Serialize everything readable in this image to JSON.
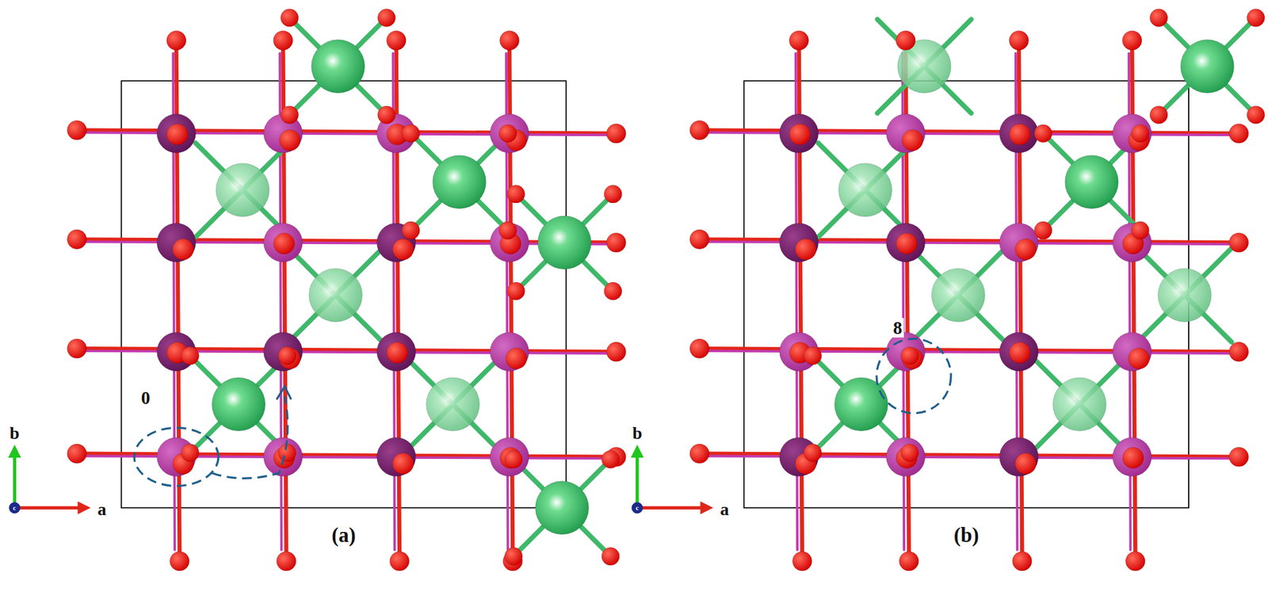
{
  "diagram": {
    "labels": [
      "0",
      "(a)",
      "b",
      "a",
      "c",
      "8",
      "(b)",
      "b",
      "a",
      "c"
    ]
  }
}
